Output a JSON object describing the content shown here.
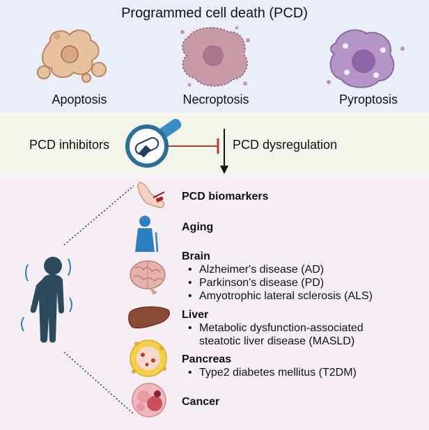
{
  "title": "Programmed cell death (PCD)",
  "cell_types": [
    "Apoptosis",
    "Necroptosis",
    "Pyroptosis"
  ],
  "inhibitors_label": "PCD inhibitors",
  "dysregulation_label": "PCD dysregulation",
  "outcomes": {
    "biomarkers": "PCD biomarkers",
    "aging": "Aging",
    "brain": {
      "heading": "Brain",
      "items": [
        "Alzheimer's disease (AD)",
        "Parkinson's disease (PD)",
        "Amyotrophic lateral sclerosis (ALS)"
      ]
    },
    "liver": {
      "heading": "Liver",
      "items": [
        "Metabolic dysfunction-associated",
        "steatotic liver disease (MASLD)"
      ]
    },
    "pancreas": {
      "heading": "Pancreas",
      "items": [
        "Type2 diabetes mellitus (T2DM)"
      ]
    },
    "cancer": "Cancer"
  },
  "colors": {
    "top_band": "#e9eef9",
    "mid_band": "#f4f5ea",
    "bottom_band": "#f6eef5",
    "inhibition_line": "#c0392b",
    "person": "#2d4a5c",
    "magnifier": "#2e6f95"
  },
  "icons": {
    "apoptosis": "apoptotic-cell-icon",
    "necroptosis": "necroptotic-cell-icon",
    "pyroptosis": "pyroptotic-cell-icon",
    "inhibitor": "magnifier-pill-icon",
    "biomarkers": "blood-draw-arm-icon",
    "aging": "elderly-person-icon",
    "brain": "brain-icon",
    "liver": "liver-icon",
    "pancreas": "pancreas-islet-icon",
    "cancer": "tumor-icon",
    "patient": "patient-figure-icon"
  }
}
